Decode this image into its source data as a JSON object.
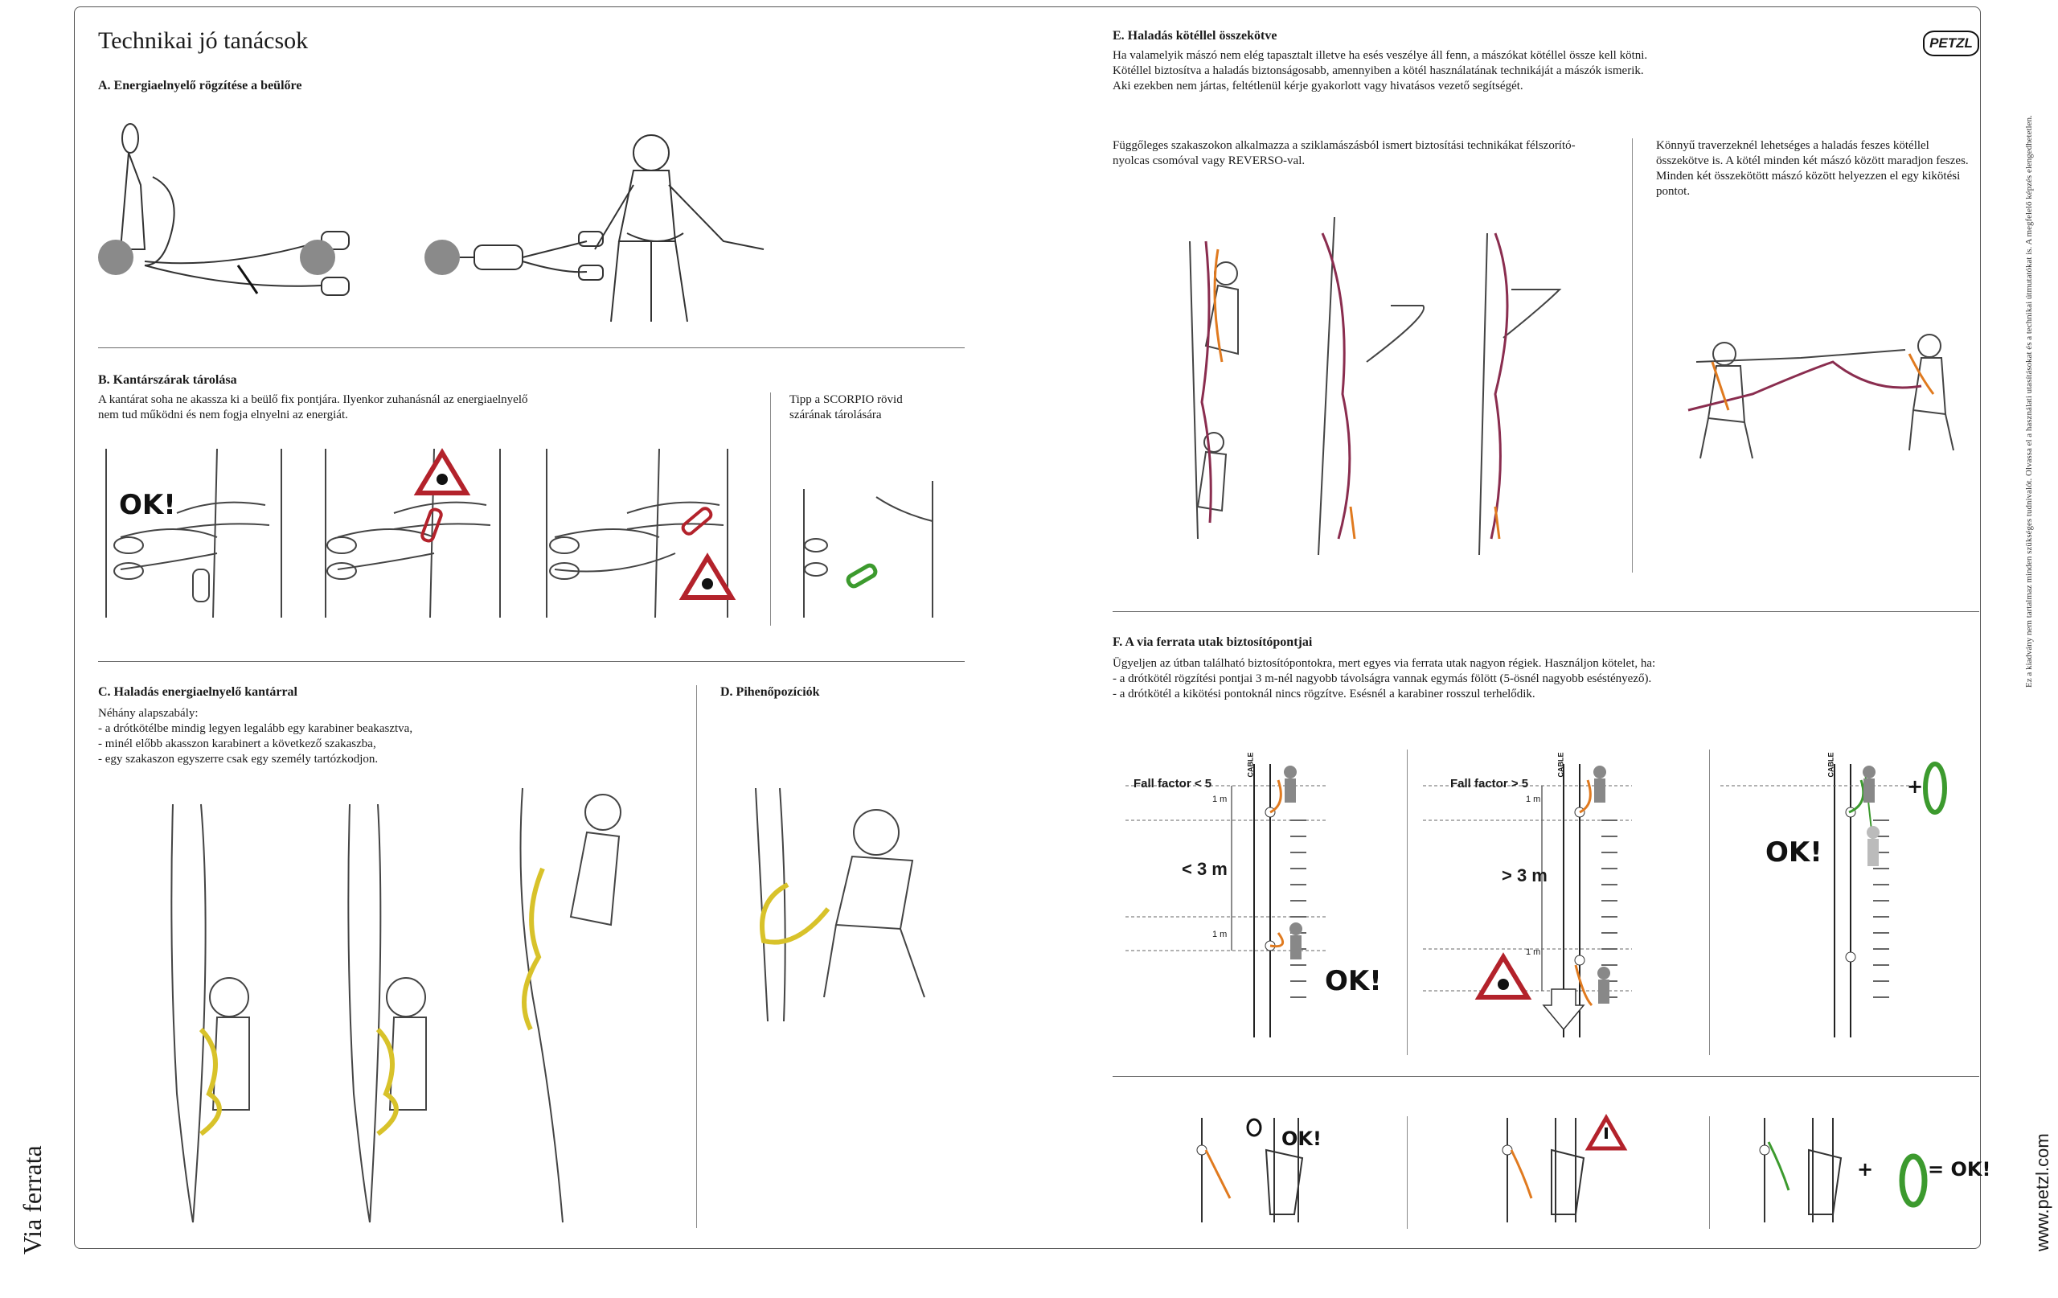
{
  "page": {
    "title": "Technikai jó tanácsok",
    "side_title": "Via ferrata",
    "website": "www.petzl.com",
    "side_note": "Ez a kiadvány nem tartalmaz minden szükséges tudnivalót. Olvassa el a használati utasításokat és a technikai útmutatókat is. A megfelelő képzés elengedhetetlen.",
    "logo": "PETZL"
  },
  "sections": {
    "a": {
      "title": "A. Energiaelnyelő rögzítése a beülőre"
    },
    "b": {
      "title": "B. Kantárszárak tárolása",
      "text": "A kantárat soha ne akassza ki a beülő fix pontjára. Ilyenkor zuhanásnál az energiaelnyelő nem tud működni és nem fogja elnyelni az energiát.",
      "tip": "Tipp a SCORPIO rövid szárának tárolására",
      "ok": "OK!"
    },
    "c": {
      "title": "C. Haladás energiaelnyelő kantárral",
      "intro": "Néhány alapszabály:",
      "rules": [
        "- a drótkötélbe mindig legyen legalább egy karabiner beakasztva,",
        "- minél előbb akasszon karabinert a következő szakaszba,",
        "- egy szakaszon egyszerre csak egy személy tartózkodjon."
      ]
    },
    "d": {
      "title": "D. Pihenőpozíciók"
    },
    "e": {
      "title": "E. Haladás kötéllel összekötve",
      "text": [
        "Ha valamelyik mászó nem elég tapasztalt illetve ha esés veszélye áll fenn, a mászókat kötéllel össze kell kötni.",
        "Kötéllel biztosítva a haladás biztonságosabb, amennyiben a kötél használatának technikáját a mászók ismerik.",
        "Aki ezekben nem jártas, feltétlenül kérje gyakorlott vagy hivatásos vezető segítségét."
      ],
      "vertical": "Függőleges szakaszokon alkalmazza a sziklamászásból ismert biztosítási technikákat félszorító-nyolcas csomóval vagy REVERSO-val.",
      "traverse": "Könnyű traverzeknél lehetséges a haladás feszes kötéllel összekötve is. A kötél minden két mászó között maradjon feszes. Minden két összekötött mászó között helyezzen el egy kikötési pontot."
    },
    "f": {
      "title": "F. A via ferrata utak biztosítópontjai",
      "intro": "Ügyeljen az útban található biztosítópontokra, mert egyes via ferrata utak nagyon régiek. Használjon kötelet, ha:",
      "rules": [
        "- a drótkötél rögzítési pontjai 3 m-nél nagyobb távolságra vannak egymás fölött (5-ösnél nagyobb eséstényező).",
        "- a drótkötél a kikötési pontoknál nincs rögzítve. Esésnél a karabiner rosszul terhelődik."
      ],
      "panel1": {
        "label": "Fall factor < 5",
        "measure": "< 3 m",
        "m1": "1 m",
        "m2": "1 m",
        "cable": "CABLE",
        "ok": "OK!"
      },
      "panel2": {
        "label": "Fall factor > 5",
        "measure": "> 3 m",
        "m1": "1 m",
        "m2": "1 m",
        "cable": "CABLE"
      },
      "panel3": {
        "cable": "CABLE",
        "ok": "OK!",
        "plus": "+"
      },
      "bottom": {
        "ok1": "OK!",
        "plus": "+",
        "equals_ok": "= OK!"
      }
    }
  },
  "colors": {
    "yellow": "#d8c22a",
    "red": "#b3222b",
    "orange": "#e07a1f",
    "green": "#3c9a2e",
    "rope_purple": "#8a2d4f"
  }
}
